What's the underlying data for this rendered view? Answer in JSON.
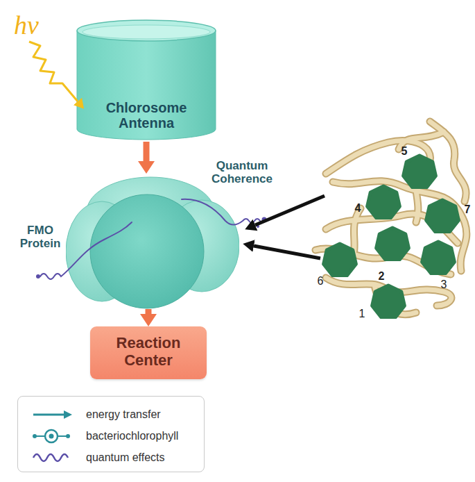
{
  "diagram": {
    "nodes": [
      {
        "text": [
          "Chlorosome Antenna"
        ]
      },
      {
        "text": [
          "FMO Protein"
        ]
      },
      {
        "text": [
          "Reaction Center"
        ]
      }
    ],
    "edges": [
      {
        "from": 0,
        "to": 1,
        "arrow": "to"
      },
      {
        "from": 1,
        "to": 2,
        "arrow": "to"
      }
    ],
    "labels": [
      "hν",
      "Quantum Coherence",
      "5",
      "4",
      "7",
      "6",
      "2",
      "3",
      "1"
    ],
    "legend": [
      {
        "text": "energy transfer"
      },
      {
        "text": "bacteriochlorophyll"
      },
      {
        "text": "quantum effects"
      }
    ]
  }
}
